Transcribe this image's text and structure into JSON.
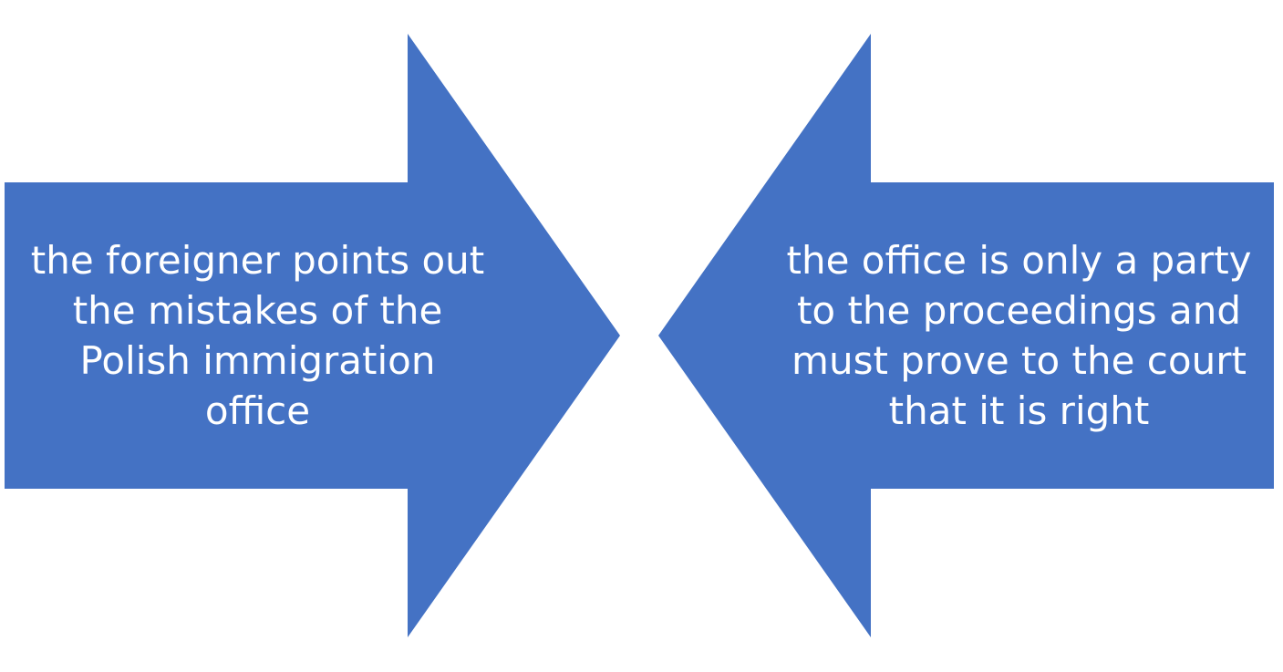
{
  "diagram": {
    "fill_color": "#4472C4",
    "text_color": "#FFFFFF",
    "left_arrow": {
      "direction": "right",
      "text": "the foreigner points out the mistakes of the Polish immigration office"
    },
    "right_arrow": {
      "direction": "left",
      "text": "the office is only a party to the proceedings and must prove to the court that it is right"
    }
  }
}
